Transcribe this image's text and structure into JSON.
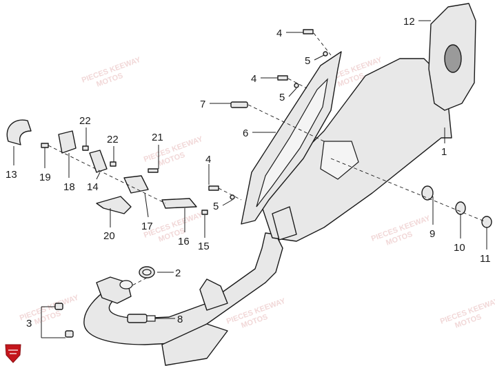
{
  "diagram": {
    "callouts": [
      "1",
      "2",
      "3",
      "4",
      "4",
      "4",
      "5",
      "5",
      "5",
      "6",
      "7",
      "8",
      "9",
      "10",
      "11",
      "12",
      "13",
      "14",
      "15",
      "16",
      "17",
      "18",
      "19",
      "20",
      "21",
      "22",
      "22"
    ],
    "watermark_lines": [
      "PIECES KEEWAY",
      "MOTOS"
    ],
    "logo": {
      "color": "#c4161c"
    }
  }
}
